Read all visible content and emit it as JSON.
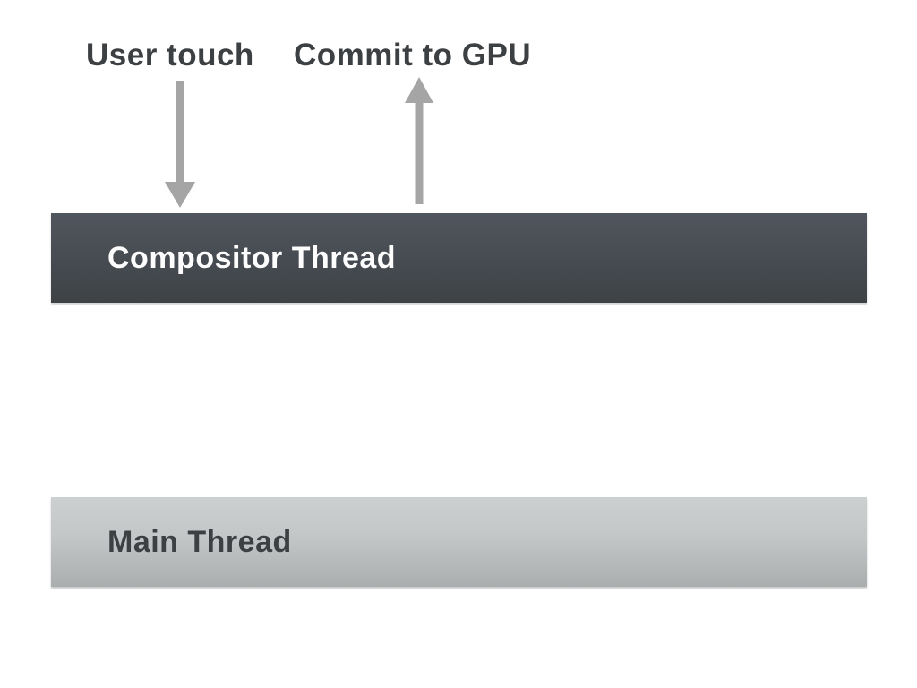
{
  "diagram": {
    "annotations": [
      {
        "text": "User touch",
        "arrow_direction": "down",
        "points_to": "Compositor Thread"
      },
      {
        "text": "Commit to GPU",
        "arrow_direction": "up",
        "points_from": "Compositor Thread"
      }
    ],
    "bars": [
      {
        "label": "Compositor Thread",
        "gradient_top": "#51565e",
        "gradient_bottom": "#3e4245",
        "text_color": "#fdfdfd"
      },
      {
        "label": "Main Thread",
        "gradient_top": "#cdd0d1",
        "gradient_bottom": "#aaaeaf",
        "text_color": "#3c4043"
      }
    ],
    "colors": {
      "background": "#ffffff",
      "arrow": "#a5a5a5",
      "annotation_text": "#3d4043"
    }
  }
}
